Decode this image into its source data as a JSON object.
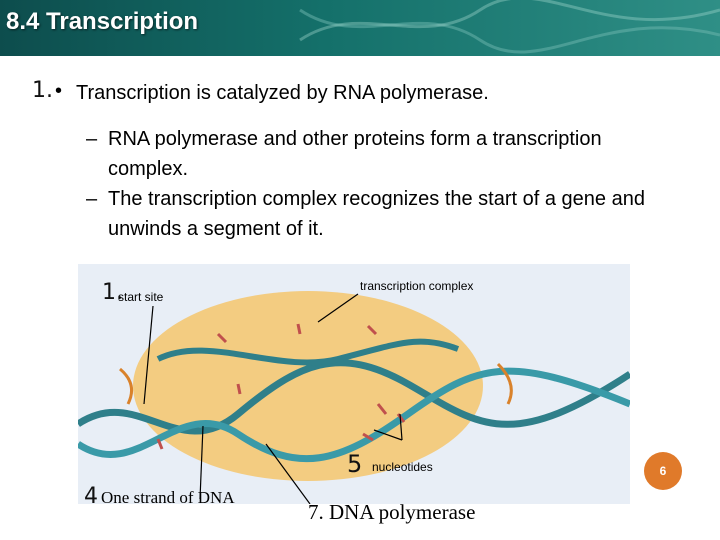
{
  "header": {
    "title": "8.4 Transcription"
  },
  "annotations": {
    "one": "1.",
    "one_b": "1.",
    "four": "4",
    "five": "5"
  },
  "bullet": {
    "text": "Transcription is catalyzed by RNA polymerase."
  },
  "subbullets": [
    {
      "dash": "–",
      "text": "RNA polymerase and other proteins form a transcription complex."
    },
    {
      "dash": "–",
      "text": "The transcription complex recognizes the start of a gene and unwinds a segment of it."
    }
  ],
  "figure": {
    "start_site": "start site",
    "transcription_complex": "transcription complex",
    "nucleotides": "nucleotides"
  },
  "handwritten_labels": {
    "dna_strand": "One strand of DNA",
    "dna_polymerase": "7. DNA polymerase"
  },
  "slide_number": "6",
  "colors": {
    "header": "#14706a",
    "slide_number_badge": "#e07a2a",
    "complex": "#f4c874",
    "dna": "#2f7f8a"
  }
}
